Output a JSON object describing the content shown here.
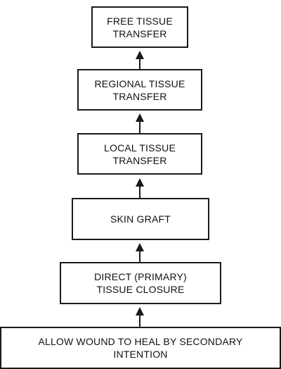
{
  "diagram": {
    "boxes": [
      {
        "id": "free",
        "label": "FREE TISSUE\nTRANSFER"
      },
      {
        "id": "regional",
        "label": "REGIONAL TISSUE\nTRANSFER"
      },
      {
        "id": "local",
        "label": "LOCAL TISSUE\nTRANSFER"
      },
      {
        "id": "skin",
        "label": "SKIN GRAFT"
      },
      {
        "id": "direct",
        "label": "DIRECT (PRIMARY)\nTISSUE CLOSURE"
      },
      {
        "id": "allow",
        "label": "ALLOW WOUND TO HEAL BY SECONDARY\nINTENTION"
      }
    ],
    "colors": {
      "stroke": "#1a1a1a",
      "text": "#111111",
      "background": "#ffffff"
    }
  }
}
